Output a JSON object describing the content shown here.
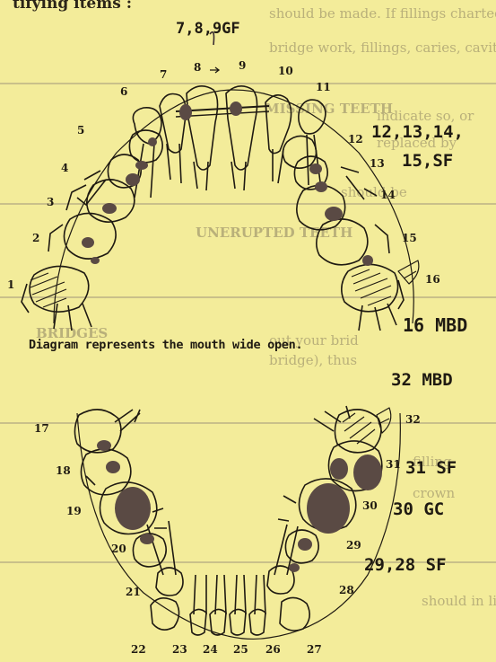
{
  "header_fragment": "tifying items :",
  "background_text": [
    "should be made. If fillings charted i",
    "bridge work, fillings, caries, cavities",
    "MISSING TEETH",
    "indicate so, or",
    "replaced by",
    "should be",
    "UNERUPTED TEETH",
    "BRIDGES",
    "out your brid",
    "bridge), thus",
    "filling",
    "crown",
    "should in line"
  ],
  "caption": "Diagram represents the mouth wide open.",
  "upper_labels": {
    "t1": "1",
    "t2": "2",
    "t3": "3",
    "t4": "4",
    "t5": "5",
    "t6": "6",
    "t7": "7",
    "t8": "8",
    "t9": "9",
    "t10": "10",
    "t11": "11",
    "t12": "12",
    "t13": "13",
    "t14": "14",
    "t15": "15",
    "t16": "16",
    "t16b": "16"
  },
  "lower_labels": {
    "t17": "17",
    "t18": "18",
    "t19": "19",
    "t20": "20",
    "t21": "21",
    "t22": "22",
    "t23": "23",
    "t24": "24",
    "t25": "25",
    "t26": "26",
    "t27": "27",
    "t28": "28",
    "t29": "29",
    "t30": "30",
    "t31": "31",
    "t32": "32"
  },
  "annotations": {
    "top": "7,8,9GF",
    "a12": "12,13,14,",
    "a15": "15,SF",
    "a16": "16 MBD",
    "a32": "32 MBD",
    "a31": "31 SF",
    "a30": "30 GC",
    "a29": "29,28 SF"
  },
  "colors": {
    "paper": "#f3ec9a",
    "ink": "#1f1a12",
    "filling": "#5a4a44",
    "faded_text": "#b9b07a"
  }
}
